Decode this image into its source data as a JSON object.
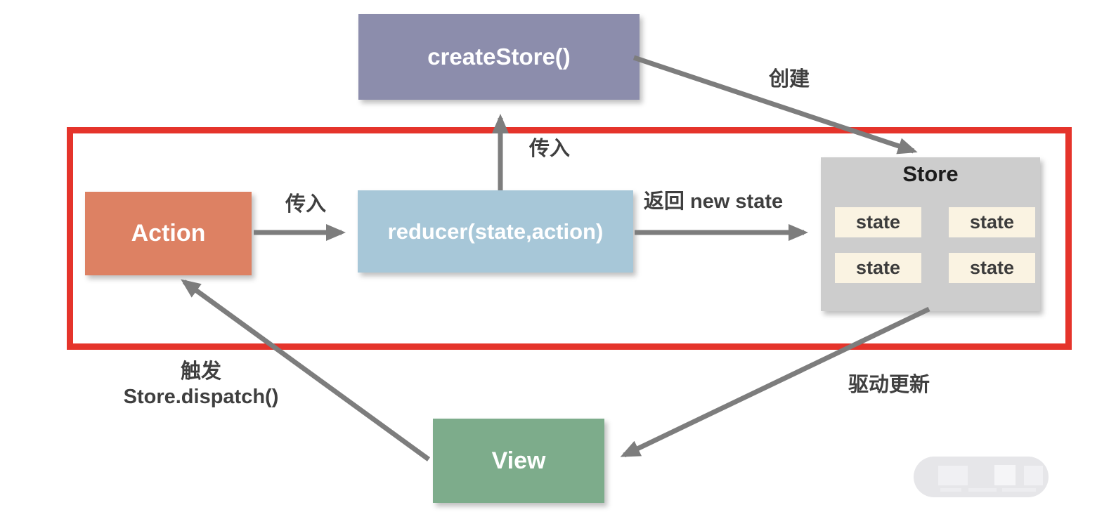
{
  "diagram": {
    "nodes": {
      "create_store": {
        "label": "createStore()",
        "bg": "#8c8dac"
      },
      "action": {
        "label": "Action",
        "bg": "#dd8163"
      },
      "reducer": {
        "label": "reducer(state,action)",
        "bg": "#a7c7d8"
      },
      "store": {
        "title": "Store",
        "bg": "#cdcdcd",
        "state_label": "state",
        "state_bg": "#faf3e2",
        "state_count": 4
      },
      "view": {
        "label": "View",
        "bg": "#7dac8b"
      }
    },
    "edge_labels": {
      "pass_in_left": "传入",
      "pass_in_top": "传入",
      "create": "创建",
      "return_new_state": "返回 new state",
      "trigger_line1": "触发",
      "trigger_line2": "Store.dispatch()",
      "drive_update": "驱动更新"
    },
    "colors": {
      "highlight_border": "#e5342b",
      "arrow": "#7d7d7d",
      "label_text": "#3f3f3f",
      "node_text": "#ffffff",
      "store_title_text": "#1c1c1c",
      "state_text": "#3c3c3c"
    }
  }
}
